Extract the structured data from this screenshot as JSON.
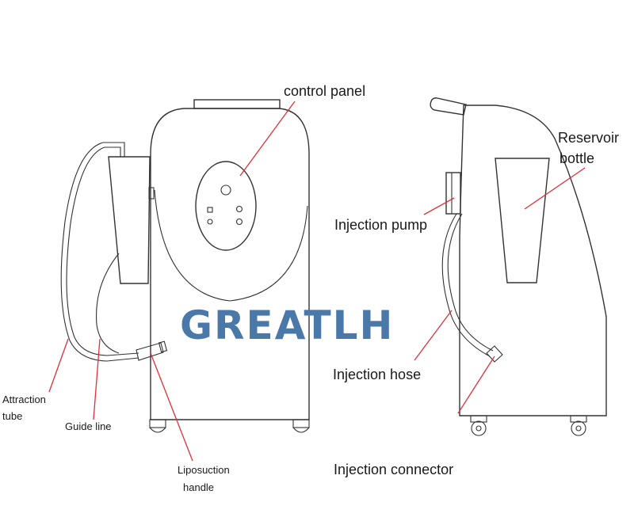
{
  "brand": {
    "text": "GREATLH",
    "color": "#4a78a8"
  },
  "colors": {
    "leader": "#e0303a",
    "outline": "#333333"
  },
  "labels": {
    "control_panel": "control panel",
    "reservoir_1": "Reservoir",
    "reservoir_2": "bottle",
    "injection_pump": "Injection pump",
    "injection_hose": "Injection hose",
    "injection_connector": "Injection connector",
    "attraction_1": "Attraction",
    "attraction_2": "tube",
    "guide_line": "Guide line",
    "liposuction_1": "Liposuction",
    "liposuction_2": "handle"
  }
}
